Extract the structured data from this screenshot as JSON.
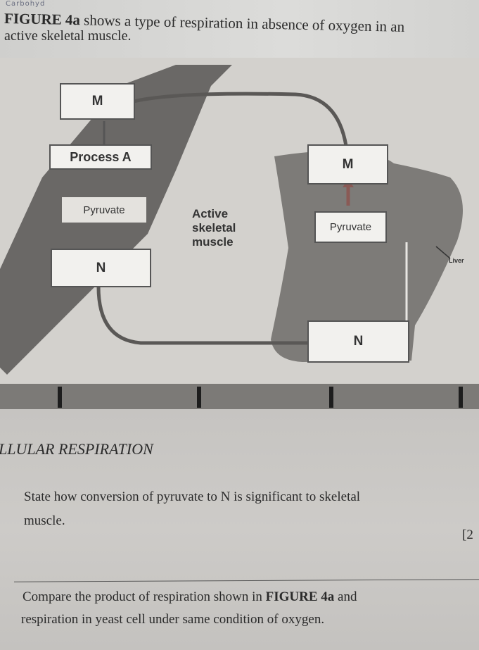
{
  "header": {
    "handwritten_note": "Carbohyd",
    "intro_bold": "FIGURE 4a",
    "intro_rest": " shows a type of respiration in absence of oxygen in an",
    "intro_line2": "active skeletal muscle."
  },
  "diagram": {
    "muscle_m": "M",
    "process_a": "Process A",
    "muscle_pyruvate": "Pyruvate",
    "muscle_n": "N",
    "muscle_label": [
      "Active",
      "skeletal",
      "muscle"
    ],
    "liver_m": "M",
    "liver_pyruvate": "Pyruvate",
    "liver_n": "N",
    "liver_label": "Liver"
  },
  "section": {
    "heading": "LLULAR RESPIRATION",
    "q1_line1": "State how conversion of pyruvate to N is significant to skeletal",
    "q1_line2": "muscle.",
    "q1_marks": "[2",
    "q2_line1_a": "Compare the product of respiration shown in ",
    "q2_line1_bold": "FIGURE 4a",
    "q2_line1_b": " and",
    "q2_line2": "respiration in yeast cell under same condition of oxygen."
  }
}
